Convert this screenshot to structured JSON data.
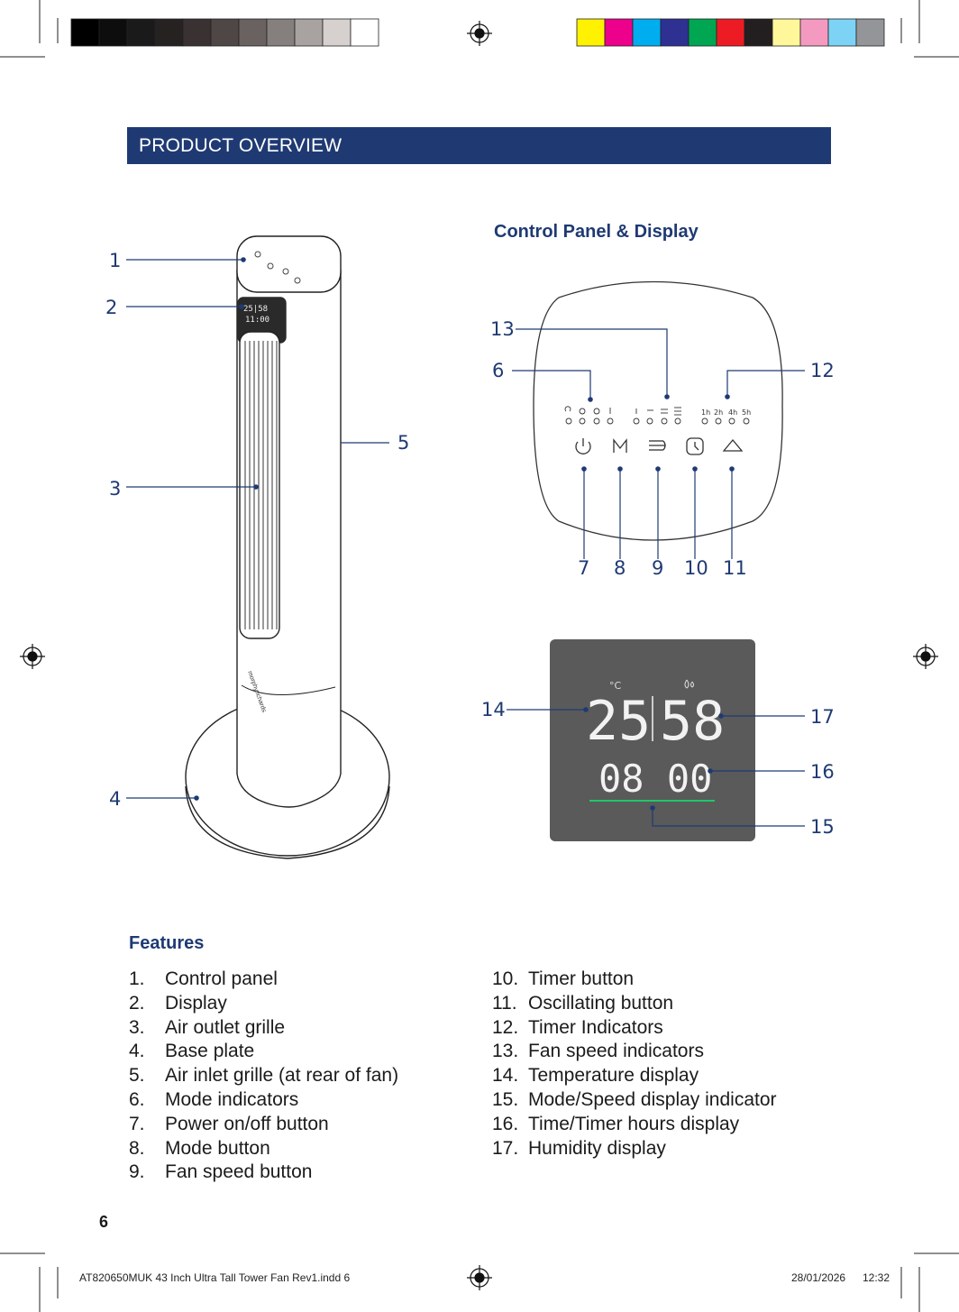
{
  "header": {
    "title": "PRODUCT OVERVIEW"
  },
  "panel": {
    "title": "Control Panel & Display",
    "timer_labels": [
      "1h",
      "2h",
      "4h",
      "5h"
    ]
  },
  "display": {
    "temperature": "25",
    "humidity": "58",
    "time": "08 00",
    "temp_unit": "°C"
  },
  "callouts": [
    "1",
    "2",
    "3",
    "4",
    "5",
    "6",
    "7",
    "8",
    "9",
    "10",
    "11",
    "12",
    "13",
    "14",
    "15",
    "16",
    "17"
  ],
  "features": {
    "title": "Features",
    "left": [
      {
        "n": "1.",
        "label": "Control panel"
      },
      {
        "n": "2.",
        "label": "Display"
      },
      {
        "n": "3.",
        "label": "Air outlet grille"
      },
      {
        "n": "4.",
        "label": "Base plate"
      },
      {
        "n": "5.",
        "label": "Air inlet grille (at rear of fan)"
      },
      {
        "n": "6.",
        "label": "Mode indicators"
      },
      {
        "n": "7.",
        "label": "Power on/off button"
      },
      {
        "n": "8.",
        "label": "Mode button"
      },
      {
        "n": "9.",
        "label": "Fan speed button"
      }
    ],
    "right": [
      {
        "n": "10.",
        "label": "Timer button"
      },
      {
        "n": "11.",
        "label": "Oscillating button"
      },
      {
        "n": "12.",
        "label": "Timer Indicators"
      },
      {
        "n": "13.",
        "label": "Fan speed indicators"
      },
      {
        "n": "14.",
        "label": "Temperature display"
      },
      {
        "n": "15.",
        "label": "Mode/Speed display indicator"
      },
      {
        "n": "16.",
        "label": "Time/Timer hours display"
      },
      {
        "n": "17.",
        "label": "Humidity display"
      }
    ]
  },
  "page_number": "6",
  "footer": {
    "file": "AT820650MUK 43 Inch Ultra Tall Tower Fan Rev1.indd   6",
    "date": "28/01/2026",
    "time": "12:32"
  },
  "colors": {
    "brand": "#1f3a73",
    "swatches_gray": [
      "#000000",
      "#0d0d0d",
      "#1a1a1a",
      "#262222",
      "#3a3232",
      "#4f4646",
      "#6a6260",
      "#85807e",
      "#a8a2a0",
      "#d6d0ce",
      "#ffffff"
    ],
    "swatches_color": [
      "#fff200",
      "#ec008c",
      "#00aeef",
      "#2e3192",
      "#00a651",
      "#ed1c24",
      "#231f20",
      "#fff799",
      "#f49ac1",
      "#7dd3f5",
      "#939598"
    ]
  }
}
